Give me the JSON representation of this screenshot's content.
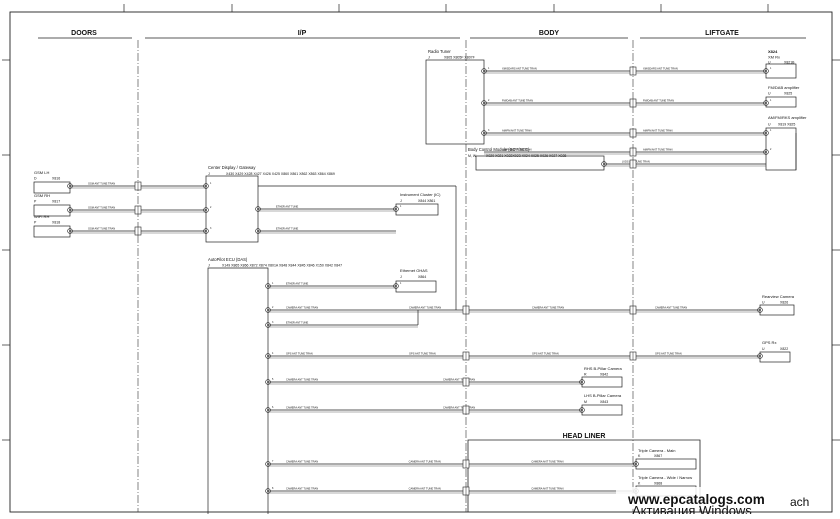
{
  "sections": [
    {
      "id": "doors",
      "label": "DOORS"
    },
    {
      "id": "ip",
      "label": "I/P"
    },
    {
      "id": "body",
      "label": "BODY"
    },
    {
      "id": "liftgate",
      "label": "LIFTGATE"
    }
  ],
  "head_liner_label": "HEAD LINER",
  "modules": {
    "radio_tuner": {
      "name": "Radio Tuner",
      "code": "J",
      "connectors": "X805  X805F  X807F"
    },
    "xm_rx": {
      "name": "XM Rx",
      "code": "U",
      "connector": "X821B",
      "tag": "X824"
    },
    "fm_dab": {
      "name": "FM/DAB amplifier",
      "code": "U",
      "connector": "X825"
    },
    "am_fm_rks": {
      "name": "AM/FM/RKS amplifier",
      "code": "U",
      "connector": "X819  X825"
    },
    "bcm": {
      "name": "Body Control Module (BDY/SEC)",
      "code": "M, W",
      "connectors": "X020  X021  X022X023  X024  X025  X026  X027  X028"
    },
    "gsm_lh": {
      "name": "GSM LH",
      "code": "D",
      "connector": "X816"
    },
    "gsm_rh": {
      "name": "GSM RH",
      "code": "P",
      "connector": "X817"
    },
    "wifi_rh": {
      "name": "WIFI RH",
      "code": "P",
      "connector": "X818"
    },
    "center_display": {
      "name": "Center Display / Gateway",
      "code": "J",
      "connectors": "X430  X429  X428  X427  X426  X425  X860  X861  X862  X863  X864  X869"
    },
    "instrument_cluster": {
      "name": "Instrument Cluster (IC)",
      "code": "J",
      "connector": "X844  X861"
    },
    "ethernet_ohas": {
      "name": "Ethernet OHAS",
      "code": "J",
      "connector": "X864"
    },
    "autopilot": {
      "name": "AutoPilot ECU (DAS)",
      "code": "J",
      "connectors": "X149  X865  X866  X872  X874  X801A  X848  X844  X845  X846  X150  X842  X847"
    },
    "rearview_camera": {
      "name": "Rearview Camera",
      "code": "U",
      "connector": "X826"
    },
    "gps_rx": {
      "name": "GPS Rx",
      "code": "U",
      "connector": "X822"
    },
    "rhs_bpillar": {
      "name": "RHS B-Pillar Camera",
      "code": "R",
      "connector": "X842"
    },
    "lhs_bpillar": {
      "name": "LHS B-Pillar Camera",
      "code": "M",
      "connector": "X843"
    },
    "triple_main": {
      "name": "Triple Camera - Main",
      "code": "K",
      "connector": "X867"
    },
    "triple_wide": {
      "name": "Triple Camera - Wide / Narrow",
      "code": "K",
      "connector": "X868"
    }
  },
  "wire_labels": {
    "radio": "XM/SDARS  ANT  TUNE  TRAN",
    "fm": "FM/DAB  ANT  TUNE  TRAN",
    "am": "AM/FM  ANT  TUNE  TRAN",
    "bcm": "LVDS  ANT  TUNE  TRAN",
    "gsm": "GSM  ANT  TUNE  TRAN",
    "eth": "ETHER  ANT  TUNE",
    "cam": "CAMERA  ANT  TUNE  TRAN",
    "gps": "GPS  ANT  TUNE  TRAN"
  },
  "watermark": {
    "site": "www.epcatalogs.com",
    "faint": "Активация Windows",
    "corner": "ach"
  }
}
